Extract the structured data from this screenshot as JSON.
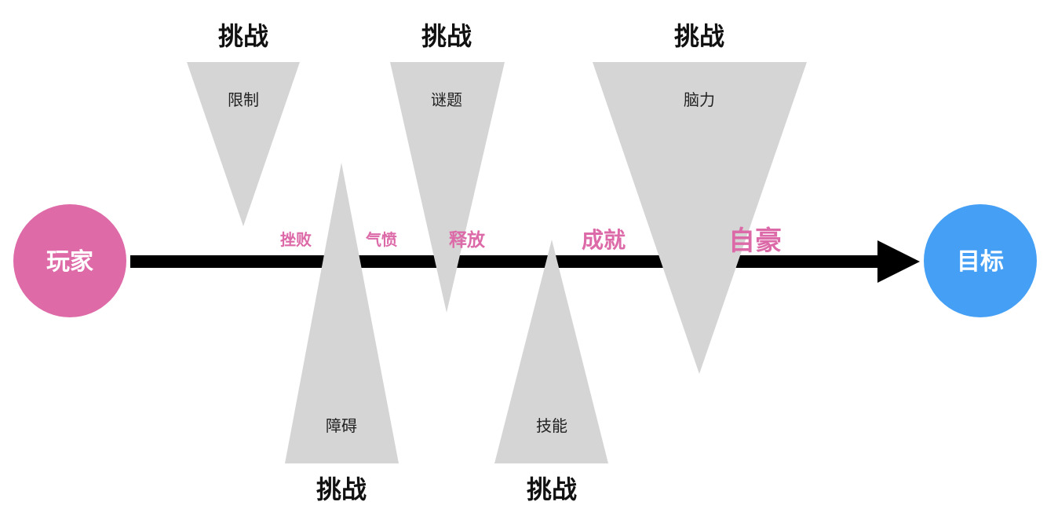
{
  "nodes": {
    "player": {
      "label": "玩家",
      "color": "#de6aa8"
    },
    "goal": {
      "label": "目标",
      "color": "#45a0f5"
    }
  },
  "arrow_color": "#000000",
  "triangle_color": "#d5d5d5",
  "emotion_color": "#dd6aa8",
  "challenges": [
    {
      "heading": "挑战",
      "label": "限制"
    },
    {
      "heading": "挑战",
      "label": "障碍"
    },
    {
      "heading": "挑战",
      "label": "谜题"
    },
    {
      "heading": "挑战",
      "label": "技能"
    },
    {
      "heading": "挑战",
      "label": "脑力"
    }
  ],
  "emotions": [
    "挫败",
    "气愤",
    "释放",
    "成就",
    "自豪"
  ]
}
